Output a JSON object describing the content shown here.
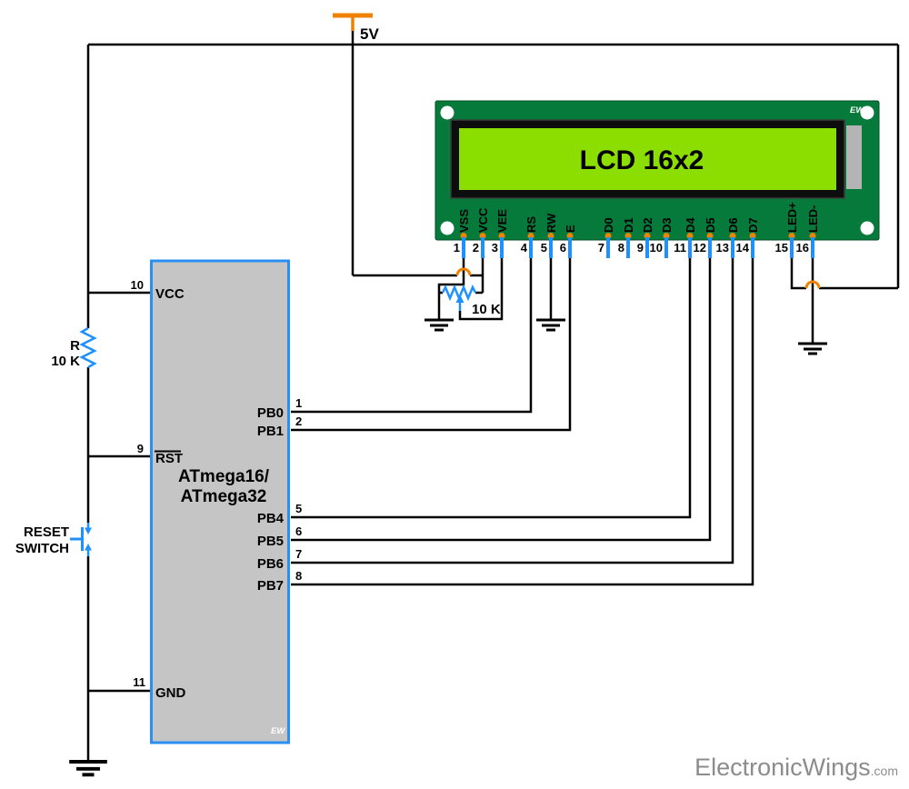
{
  "power": {
    "label": "5V"
  },
  "lcd": {
    "title": "LCD 16x2",
    "brand": "EW",
    "pins": [
      {
        "num": "1",
        "label": "VSS"
      },
      {
        "num": "2",
        "label": "VCC"
      },
      {
        "num": "3",
        "label": "VEE"
      },
      {
        "num": "4",
        "label": "RS"
      },
      {
        "num": "5",
        "label": "RW"
      },
      {
        "num": "6",
        "label": "E"
      },
      {
        "num": "7",
        "label": "D0"
      },
      {
        "num": "8",
        "label": "D1"
      },
      {
        "num": "9",
        "label": "D2"
      },
      {
        "num": "10",
        "label": "D3"
      },
      {
        "num": "11",
        "label": "D4"
      },
      {
        "num": "12",
        "label": "D5"
      },
      {
        "num": "13",
        "label": "D6"
      },
      {
        "num": "14",
        "label": "D7"
      },
      {
        "num": "15",
        "label": "LED+"
      },
      {
        "num": "16",
        "label": "LED-"
      }
    ]
  },
  "mcu": {
    "name_line1": "ATmega16/",
    "name_line2": "ATmega32",
    "watermark": "EW",
    "left_pins": [
      {
        "num": "10",
        "label": "VCC"
      },
      {
        "num": "9",
        "label": "RST"
      },
      {
        "num": "11",
        "label": "GND"
      }
    ],
    "right_pins": [
      {
        "num": "1",
        "label": "PB0"
      },
      {
        "num": "2",
        "label": "PB1"
      },
      {
        "num": "5",
        "label": "PB4"
      },
      {
        "num": "6",
        "label": "PB5"
      },
      {
        "num": "7",
        "label": "PB6"
      },
      {
        "num": "8",
        "label": "PB7"
      }
    ]
  },
  "parts": {
    "resistor": {
      "designator": "R",
      "value": "10 K"
    },
    "potentiometer": {
      "value": "10 K"
    },
    "reset_switch": {
      "label_line1": "RESET",
      "label_line2": "SWITCH"
    }
  },
  "footer": {
    "brand": "ElectronicWings",
    "suffix": ".com"
  },
  "colors": {
    "wire": "#000000",
    "component-blue": "#1E90FF",
    "accent-orange": "#EF8200",
    "chip-fill": "#C5C5C5",
    "chip-border": "#2B8FF2",
    "pcb-green": "#067A3B",
    "screen-green": "#8BDE00",
    "bezel-black": "#0D0D0D",
    "tab-gray": "#B4B4B4",
    "watermark-gray": "#8C8C8C"
  }
}
